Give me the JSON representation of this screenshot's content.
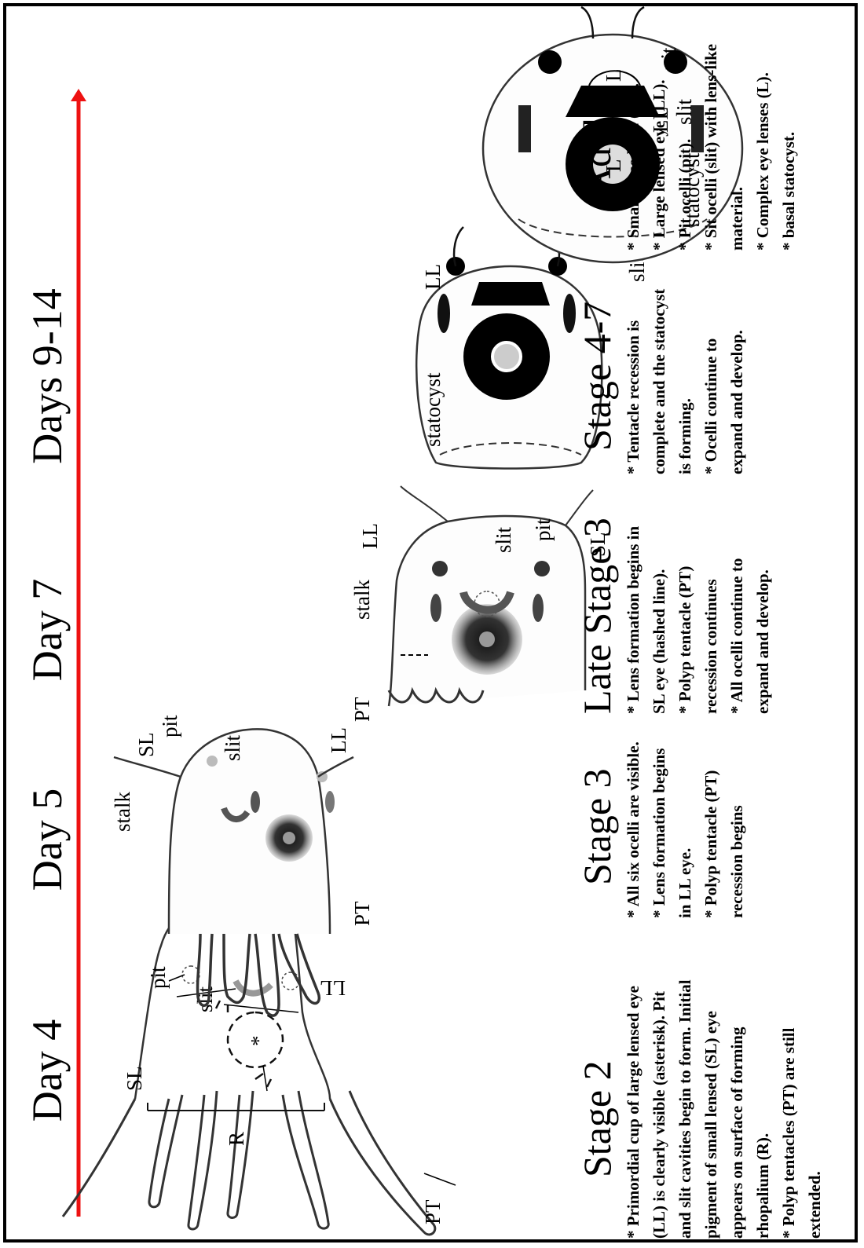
{
  "timeline": {
    "days": [
      "Day 4",
      "Day 5",
      "Day 7",
      "Days 9-14"
    ],
    "arrow_color": "#ee1111"
  },
  "labels": {
    "sl": "SL",
    "ll": "LL",
    "pit": "pit",
    "slit": "slit",
    "pt": "PT",
    "r": "R",
    "stalk": "stalk",
    "statocyst": "statocyst",
    "lens": "L",
    "asterisk": "*"
  },
  "stages": [
    {
      "title": "Stage 2",
      "notes": [
        "* Primordial cup of large lensed eye (LL) is clearly visible (asterisk). Pit and slit cavities begin to form. Initial pigment of small lensed (SL) eye appears on surface of forming rhopalium (R).",
        "* Polyp tentacles (PT) are still extended."
      ]
    },
    {
      "title": "Stage 3",
      "notes": [
        "* All six ocelli are visible.",
        "* Lens formation begins in LL eye.",
        "* Polyp tentacle (PT) recession begins"
      ]
    },
    {
      "title": "Late Stage 3",
      "notes": [
        "* Lens formation begins in SL eye (hashed line).",
        "* Polyp tentacle (PT) recession continues",
        "* All ocelli continue to expand and develop."
      ]
    },
    {
      "title": "Stage 4-7",
      "notes": [
        "* Tentacle recession is complete and the statocyst is forming.",
        "* Ocelli continue to expand and develop."
      ]
    },
    {
      "title": "Adult",
      "notes": [
        "* Small lensed eye (SL).",
        "* Large lensed eye (LL).",
        "* Pit ocelli (pit).",
        "* Sit ocelli (slit) with lens-like material.",
        "* Complex eye lenses (L).",
        "* basal statocyst."
      ]
    }
  ]
}
